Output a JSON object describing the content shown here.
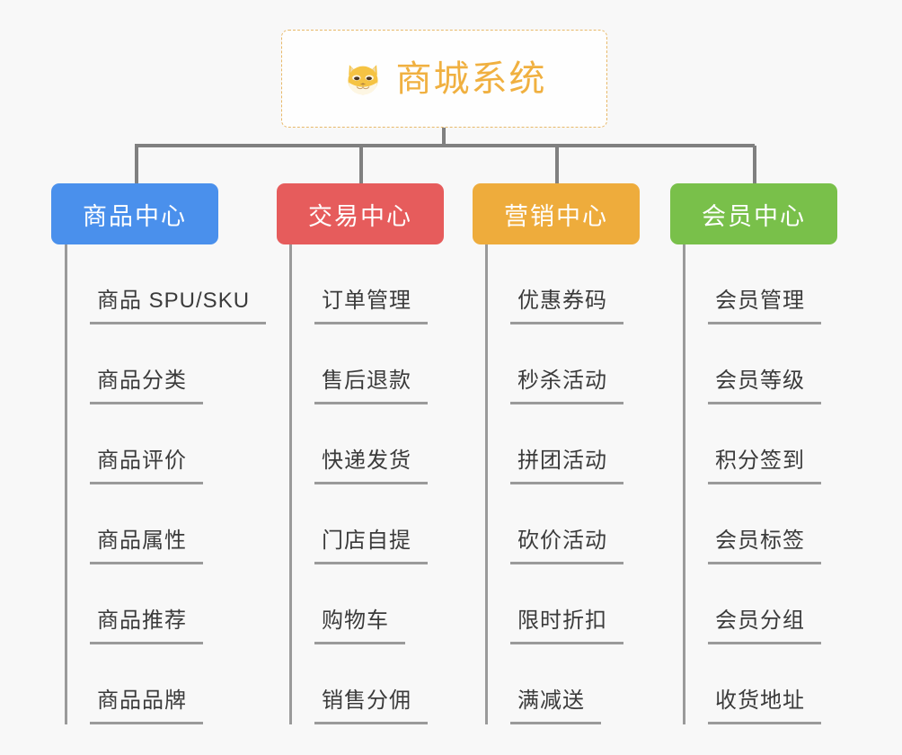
{
  "page": {
    "background_color": "#f8f8f8",
    "title": "商城系统"
  },
  "root": {
    "label": "商城系统",
    "icon": "shiba-dog-face-icon",
    "text_color": "#f0b040",
    "border_color": "#e8b96a",
    "background_color": "#fefefe"
  },
  "connector": {
    "color": "#808080"
  },
  "columns": [
    {
      "header": "商品中心",
      "color": "#4a90ec",
      "items": [
        "商品 SPU/SKU",
        "商品分类",
        "商品评价",
        "商品属性",
        "商品推荐",
        "商品品牌"
      ]
    },
    {
      "header": "交易中心",
      "color": "#e65c5c",
      "items": [
        "订单管理",
        "售后退款",
        "快递发货",
        "门店自提",
        "购物车",
        "销售分佣"
      ]
    },
    {
      "header": "营销中心",
      "color": "#eeac3c",
      "items": [
        "优惠券码",
        "秒杀活动",
        "拼团活动",
        "砍价活动",
        "限时折扣",
        "满减送"
      ]
    },
    {
      "header": "会员中心",
      "color": "#79c04a",
      "items": [
        "会员管理",
        "会员等级",
        "积分签到",
        "会员标签",
        "会员分组",
        "收货地址"
      ]
    }
  ]
}
